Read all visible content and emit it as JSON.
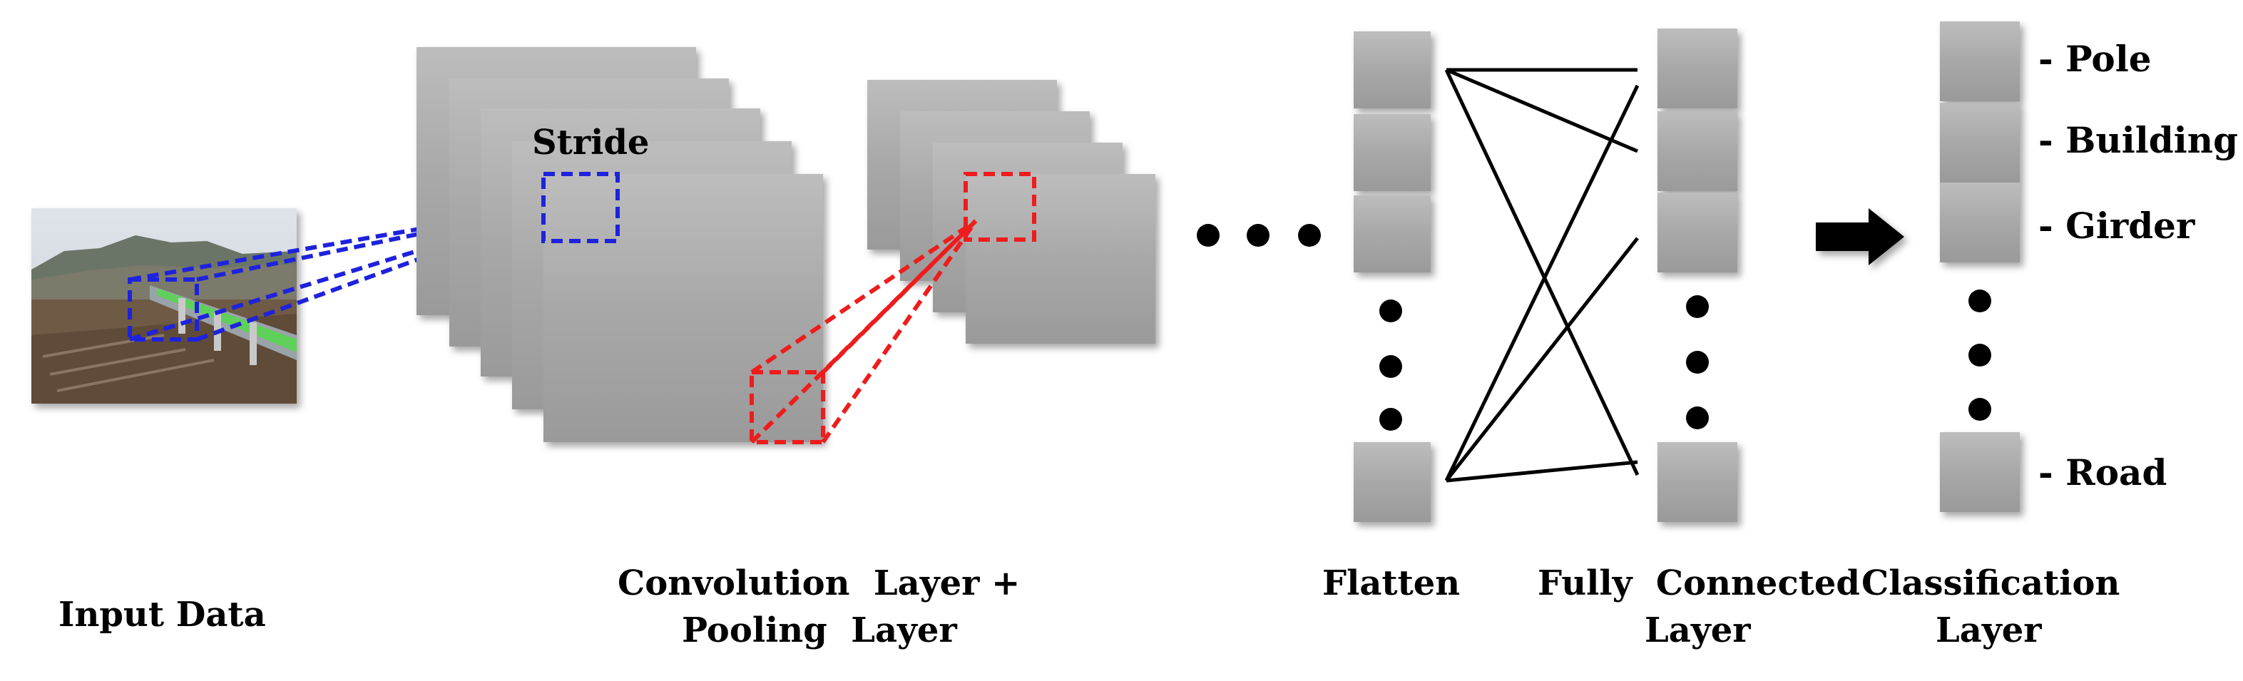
{
  "input": {
    "caption": "Input Data"
  },
  "conv": {
    "stride_label": "Stride",
    "caption_line1": "Convolution  Layer +",
    "caption_line2": "Pooling  Layer"
  },
  "flatten": {
    "caption": "Flatten"
  },
  "fully_connected": {
    "caption_line1": "Fully  Connected",
    "caption_line2": "Layer"
  },
  "classification": {
    "caption_line1": "Classification",
    "caption_line2": "Layer",
    "classes": [
      "- Pole",
      "- Building",
      "- Girder",
      "- Road"
    ]
  },
  "colors": {
    "block": "#a6a6a6",
    "block_light": "#bdbdbd",
    "stride_box": "#1e22dd",
    "pool_box": "#ee1c1c",
    "road_green": "#5fd15a"
  }
}
